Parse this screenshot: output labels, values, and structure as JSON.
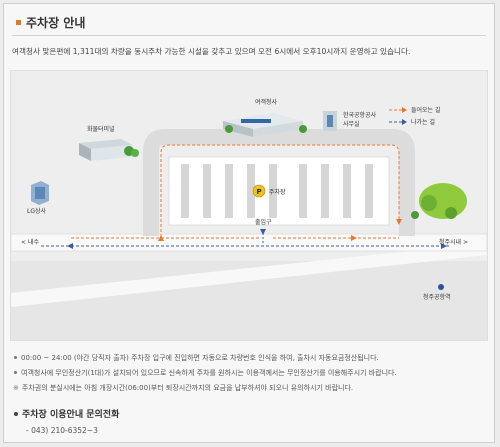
{
  "page": {
    "title": "주차장 안내",
    "intro": "여객청사 맞은편에 1,311대의 차량을 동시주차 가능한 시설을 갖추고 있으며 오전 6시에서 오후10시까지 운영하고 있습니다."
  },
  "map": {
    "cargo_terminal": "화물터미널",
    "passenger_terminal": "여객청사",
    "kac_office_line1": "한국공항공사",
    "kac_office_line2": "사무실",
    "lg_company": "LG상사",
    "parking": "주차장",
    "parking_symbol": "P",
    "entrance": "출입구",
    "road_left": "< 내수",
    "road_right": "청주시내 >",
    "station": "청주공항역",
    "legend": {
      "incoming": "들어오는 길",
      "outgoing": "나가는 길",
      "incoming_color": "#e8782e",
      "outgoing_color": "#3a5aa8"
    }
  },
  "notes": [
    {
      "marker": "dot",
      "text": "00:00 ~ 24:00 (야간 당직자 출차) 주차장 입구에 진입하면 자동으로 차량번호 인식을 하여, 출차시 자동요금정산됩니다."
    },
    {
      "marker": "dot",
      "text": "여객청사에 무인정산기(1대)가 설치되어 있으므로 신속하게 주차를 원하시는 이용객께서는 무인정산기를 이용해주시기 바랍니다."
    },
    {
      "marker": "※",
      "text": "주차권의 분실시에는 아침 개장시간(06:00)부터 퇴장시간까지의 요금을 납부하셔야 되오니 유의하시기 바랍니다."
    }
  ],
  "contact": {
    "title": "주차장 이용안내 문의전화",
    "phone": "- 043) 210-6352~3"
  }
}
